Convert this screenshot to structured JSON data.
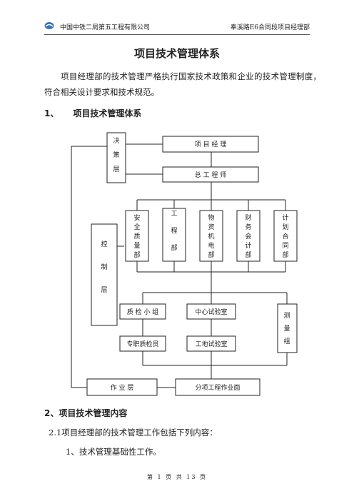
{
  "header": {
    "company": "中国中铁二局第五工程有限公司",
    "project": "奉溪路E6合同段项目经理部"
  },
  "title": "项目技术管理体系",
  "intro": "项目经理部的技术管理严格执行国家技术政策和企业的技术管理制度，符合相关设计要求和技术规范。",
  "section1": {
    "number": "1、",
    "label": "项目技术管理体系"
  },
  "org": {
    "decision_layer": "决\n策\n层",
    "project_manager": "项 目 经 理",
    "chief_engineer": "总 工 程 师",
    "control_layer": "控\n\n制\n\n层",
    "departments": [
      "安\n全\n质\n量\n部",
      "工\n\n程\n\n部",
      "物\n资\n机\n电\n部",
      "财\n务\n会\n计\n部",
      "计\n划\n合\n同\n部"
    ],
    "qc_team": "质 检 小 组",
    "central_lab": "中心试验室",
    "survey_team": "测\n量\n组",
    "full_time_inspector": "专职质检员",
    "site_lab": "工地试验室",
    "work_layer": "作 业 层",
    "sub_work": "分项工程作业面"
  },
  "section2": "2、项目技术管理内容",
  "item_2_1": "2.1项目经理部的技术管理工作包括下列内容：",
  "item_1": "1、技术管理基础性工作。",
  "footer": "第 1 页 共 13 页"
}
